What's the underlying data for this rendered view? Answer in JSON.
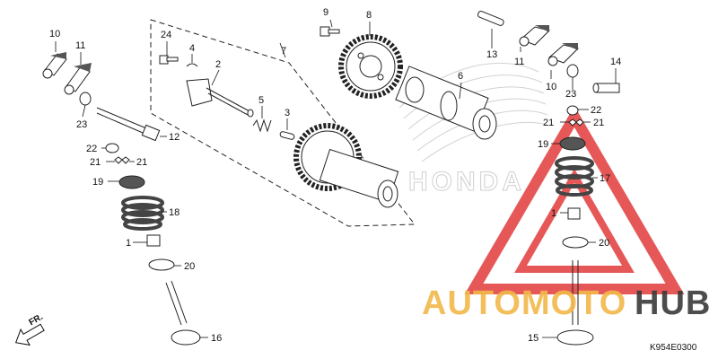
{
  "diagram": {
    "part_numbers": [
      "1",
      "2",
      "3",
      "4",
      "5",
      "6",
      "7",
      "8",
      "9",
      "10",
      "11",
      "12",
      "13",
      "14",
      "15",
      "16",
      "17",
      "18",
      "19",
      "20",
      "21",
      "22",
      "23",
      "24"
    ],
    "diagram_code": "K954E0300",
    "direction_label": "FR.",
    "watermark": {
      "brand_word": "HONDA",
      "shop_left": "AUTOMOTO",
      "shop_right": "HUB",
      "colors": {
        "triangle": "#e23b3b",
        "left": "#f2b84a",
        "right": "#3a3a3a",
        "honda": "#cfcfcf"
      }
    }
  }
}
